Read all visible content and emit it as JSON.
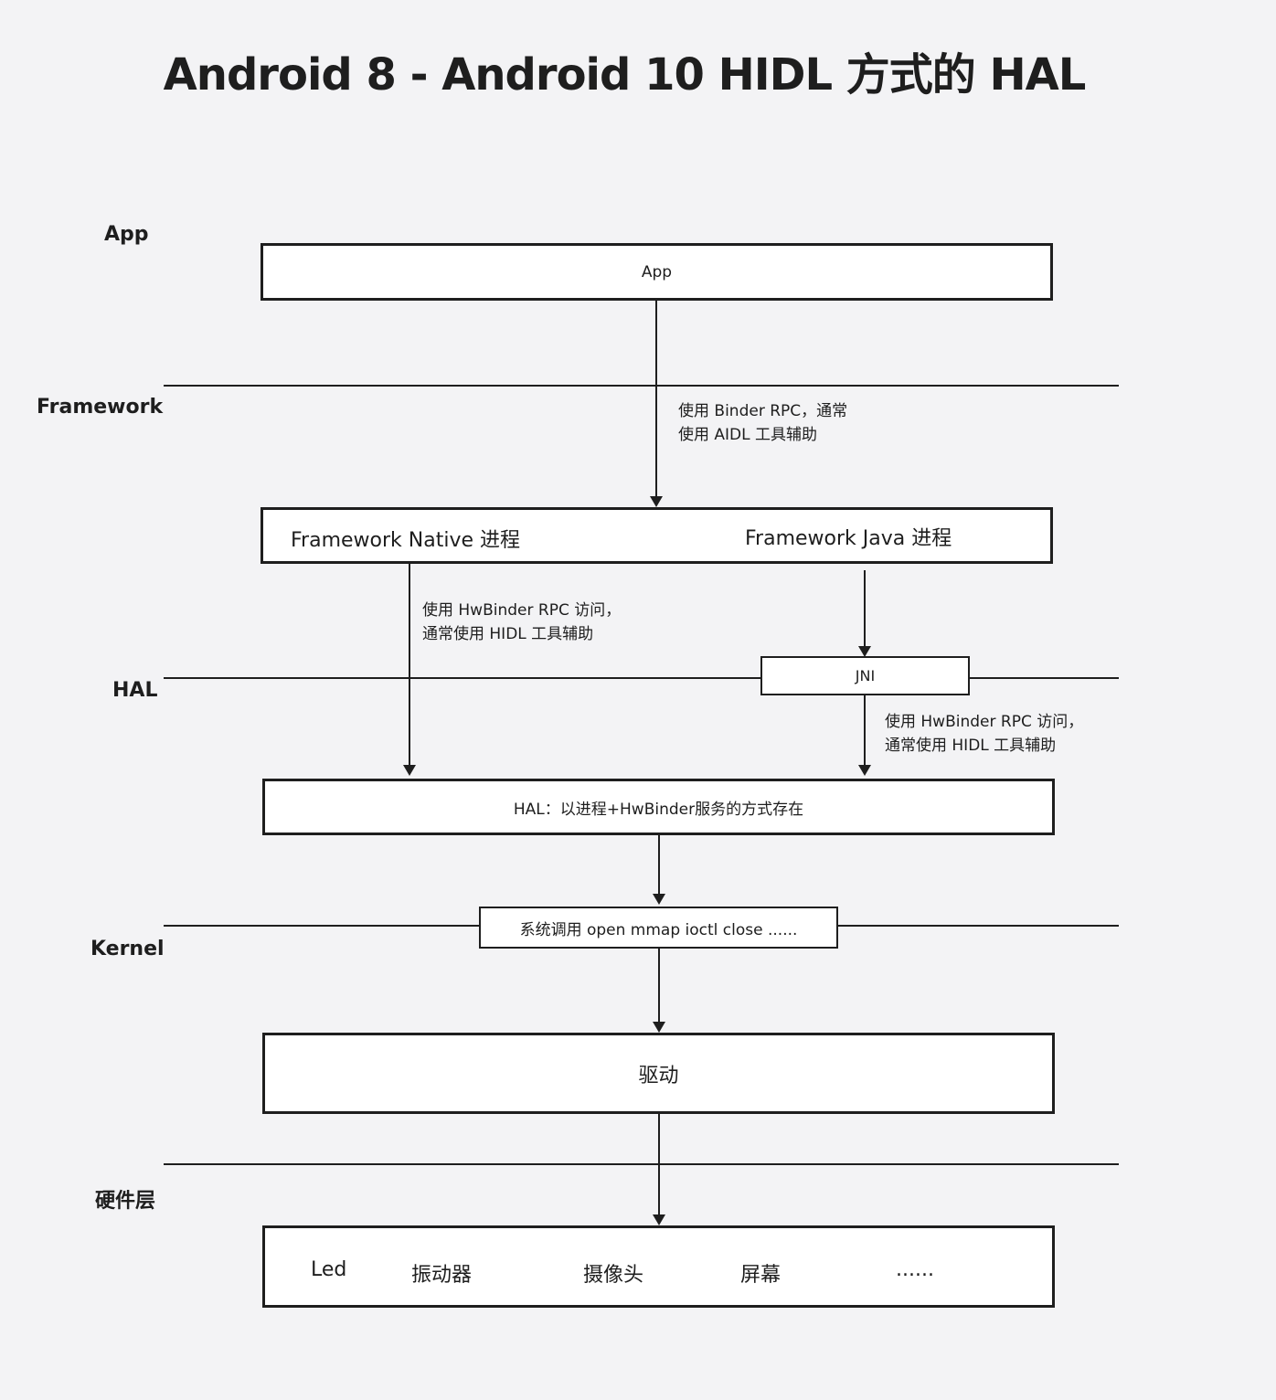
{
  "title": "Android 8 - Android 10 HIDL 方式的 HAL",
  "layers": {
    "app": "App",
    "framework": "Framework",
    "hal": "HAL",
    "kernel": "Kernel",
    "hardware": "硬件层"
  },
  "boxes": {
    "app": "App",
    "framework_native": "Framework Native 进程",
    "framework_java": "Framework Java 进程",
    "jni": "JNI",
    "hal": "HAL：以进程+HwBinder服务的方式存在",
    "syscall": "系统调用 open mmap ioctl close ......",
    "driver": "驱动"
  },
  "notes": {
    "binder_line1": "使用 Binder RPC，通常",
    "binder_line2": "使用 AIDL 工具辅助",
    "hwbinder_native_line1": "使用 HwBinder RPC 访问，",
    "hwbinder_native_line2": "通常使用 HIDL 工具辅助",
    "hwbinder_java_line1": "使用 HwBinder RPC 访问，",
    "hwbinder_java_line2": "通常使用 HIDL 工具辅助"
  },
  "hardware_items": [
    "Led",
    "振动器",
    "摄像头",
    "屏幕",
    "......"
  ]
}
